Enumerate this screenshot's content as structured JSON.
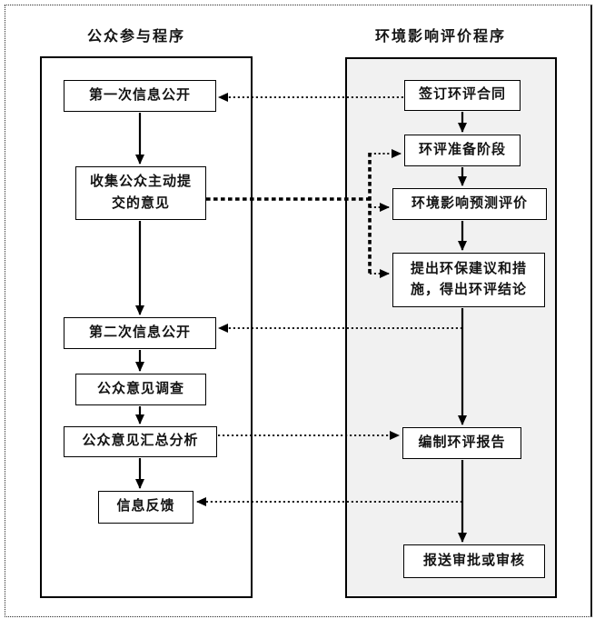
{
  "diagram": {
    "left_column": {
      "title": "公众参与程序",
      "nodes": [
        {
          "id": "l1",
          "label": "第一次信息公开"
        },
        {
          "id": "l2",
          "label": "收集公众主动提\n交的意见"
        },
        {
          "id": "l3",
          "label": "第二次信息公开"
        },
        {
          "id": "l4",
          "label": "公众意见调查"
        },
        {
          "id": "l5",
          "label": "公众意见汇总分析"
        },
        {
          "id": "l6",
          "label": "信息反馈"
        }
      ]
    },
    "right_column": {
      "title": "环境影响评价程序",
      "nodes": [
        {
          "id": "r1",
          "label": "签订环评合同"
        },
        {
          "id": "r2",
          "label": "环评准备阶段"
        },
        {
          "id": "r3",
          "label": "环境影响预测评价"
        },
        {
          "id": "r4",
          "label": "提出环保建议和措\n施，得出环评结论"
        },
        {
          "id": "r5",
          "label": "编制环评报告"
        },
        {
          "id": "r6",
          "label": "报送审批或审核"
        }
      ]
    },
    "edges": [
      {
        "from": "l1",
        "to": "l2",
        "style": "solid-arrow"
      },
      {
        "from": "l2",
        "to": "l3",
        "style": "solid-arrow"
      },
      {
        "from": "l3",
        "to": "l4",
        "style": "solid-arrow"
      },
      {
        "from": "l4",
        "to": "l5",
        "style": "solid-arrow"
      },
      {
        "from": "l5",
        "to": "l6",
        "style": "solid-arrow"
      },
      {
        "from": "r1",
        "to": "r2",
        "style": "solid-arrow"
      },
      {
        "from": "r2",
        "to": "r3",
        "style": "solid-arrow"
      },
      {
        "from": "r3",
        "to": "r4",
        "style": "solid-arrow"
      },
      {
        "from": "r4",
        "to": "r5",
        "style": "solid-arrow"
      },
      {
        "from": "r5",
        "to": "r6",
        "style": "solid-arrow"
      },
      {
        "from": "r1",
        "to": "l1",
        "style": "dotted-arrow"
      },
      {
        "from": "r4",
        "to": "l3",
        "style": "dotted-arrow"
      },
      {
        "from": "l5",
        "to": "r5",
        "style": "dotted-arrow"
      },
      {
        "from": "r5",
        "to": "l6",
        "style": "dotted-arrow"
      },
      {
        "from": "l2",
        "to": "r2",
        "style": "thick-dashed-arrow"
      },
      {
        "from": "l2",
        "to": "r3",
        "style": "thick-dashed-arrow"
      },
      {
        "from": "l2",
        "to": "r4",
        "style": "thick-dashed-arrow"
      }
    ],
    "colors": {
      "line": "#000000",
      "box_border": "#000000",
      "box_fill": "#ffffff",
      "right_panel_fill": "#f1f1f1",
      "background": "#ffffff"
    }
  }
}
